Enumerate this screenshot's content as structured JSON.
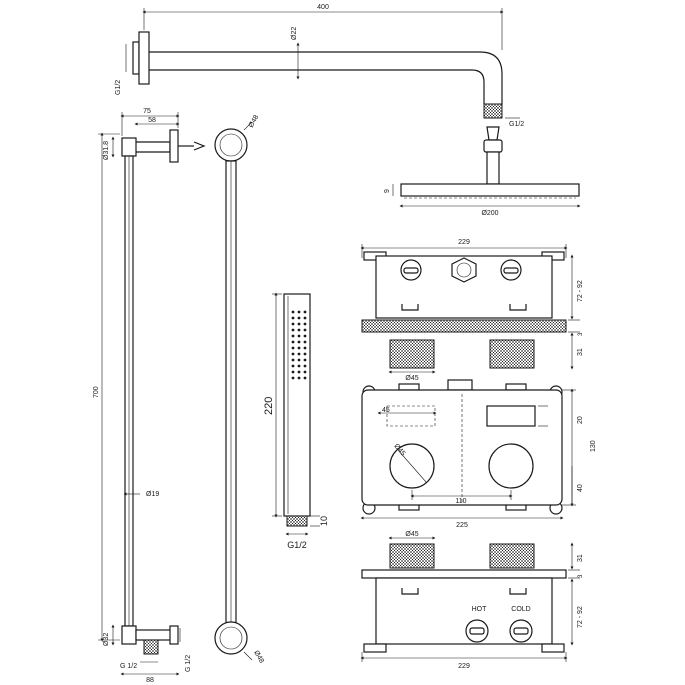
{
  "diagram": {
    "shower_arm": {
      "length_label": "400",
      "diameter_label": "Ø22",
      "thread_label": "G1/2",
      "outlet_thread_label": "G1/2"
    },
    "shower_head": {
      "height_label": "9",
      "diameter_label": "Ø200"
    },
    "rail": {
      "offset_label": "75",
      "bracket_label": "58",
      "top_diameter_label": "Ø31.8",
      "height_label": "700",
      "tube_diameter_label": "Ø19",
      "bottom_diameter_label": "Ø32",
      "inlet_thread_label": "G 1/2",
      "outlet_thread_label": "G 1/2",
      "bottom_offset_label": "88",
      "ring_top_label": "Ø48",
      "ring_bottom_label": "Ø48"
    },
    "hand_shower": {
      "length_label": "220",
      "connector_label": "10",
      "thread_label": "G1/2"
    },
    "box_top_view": {
      "width_label": "229",
      "depth_label": "72 - 92",
      "plate_label": "3",
      "knob_height_label": "31",
      "knob_diameter_label": "Ø45"
    },
    "box_front_view": {
      "knob_diameter_label": "Ø45",
      "cutout_label": "45",
      "cutout_height_label": "20",
      "height_label": "130",
      "bottom_label": "40",
      "spacing_label": "110",
      "width_label": "225"
    },
    "box_bottom_view": {
      "knob_diameter_label": "Ø45",
      "knob_height_label": "31",
      "plate_label": "3",
      "depth_label": "72 - 92",
      "width_label": "229",
      "hot_label": "HOT",
      "cold_label": "COLD"
    }
  }
}
